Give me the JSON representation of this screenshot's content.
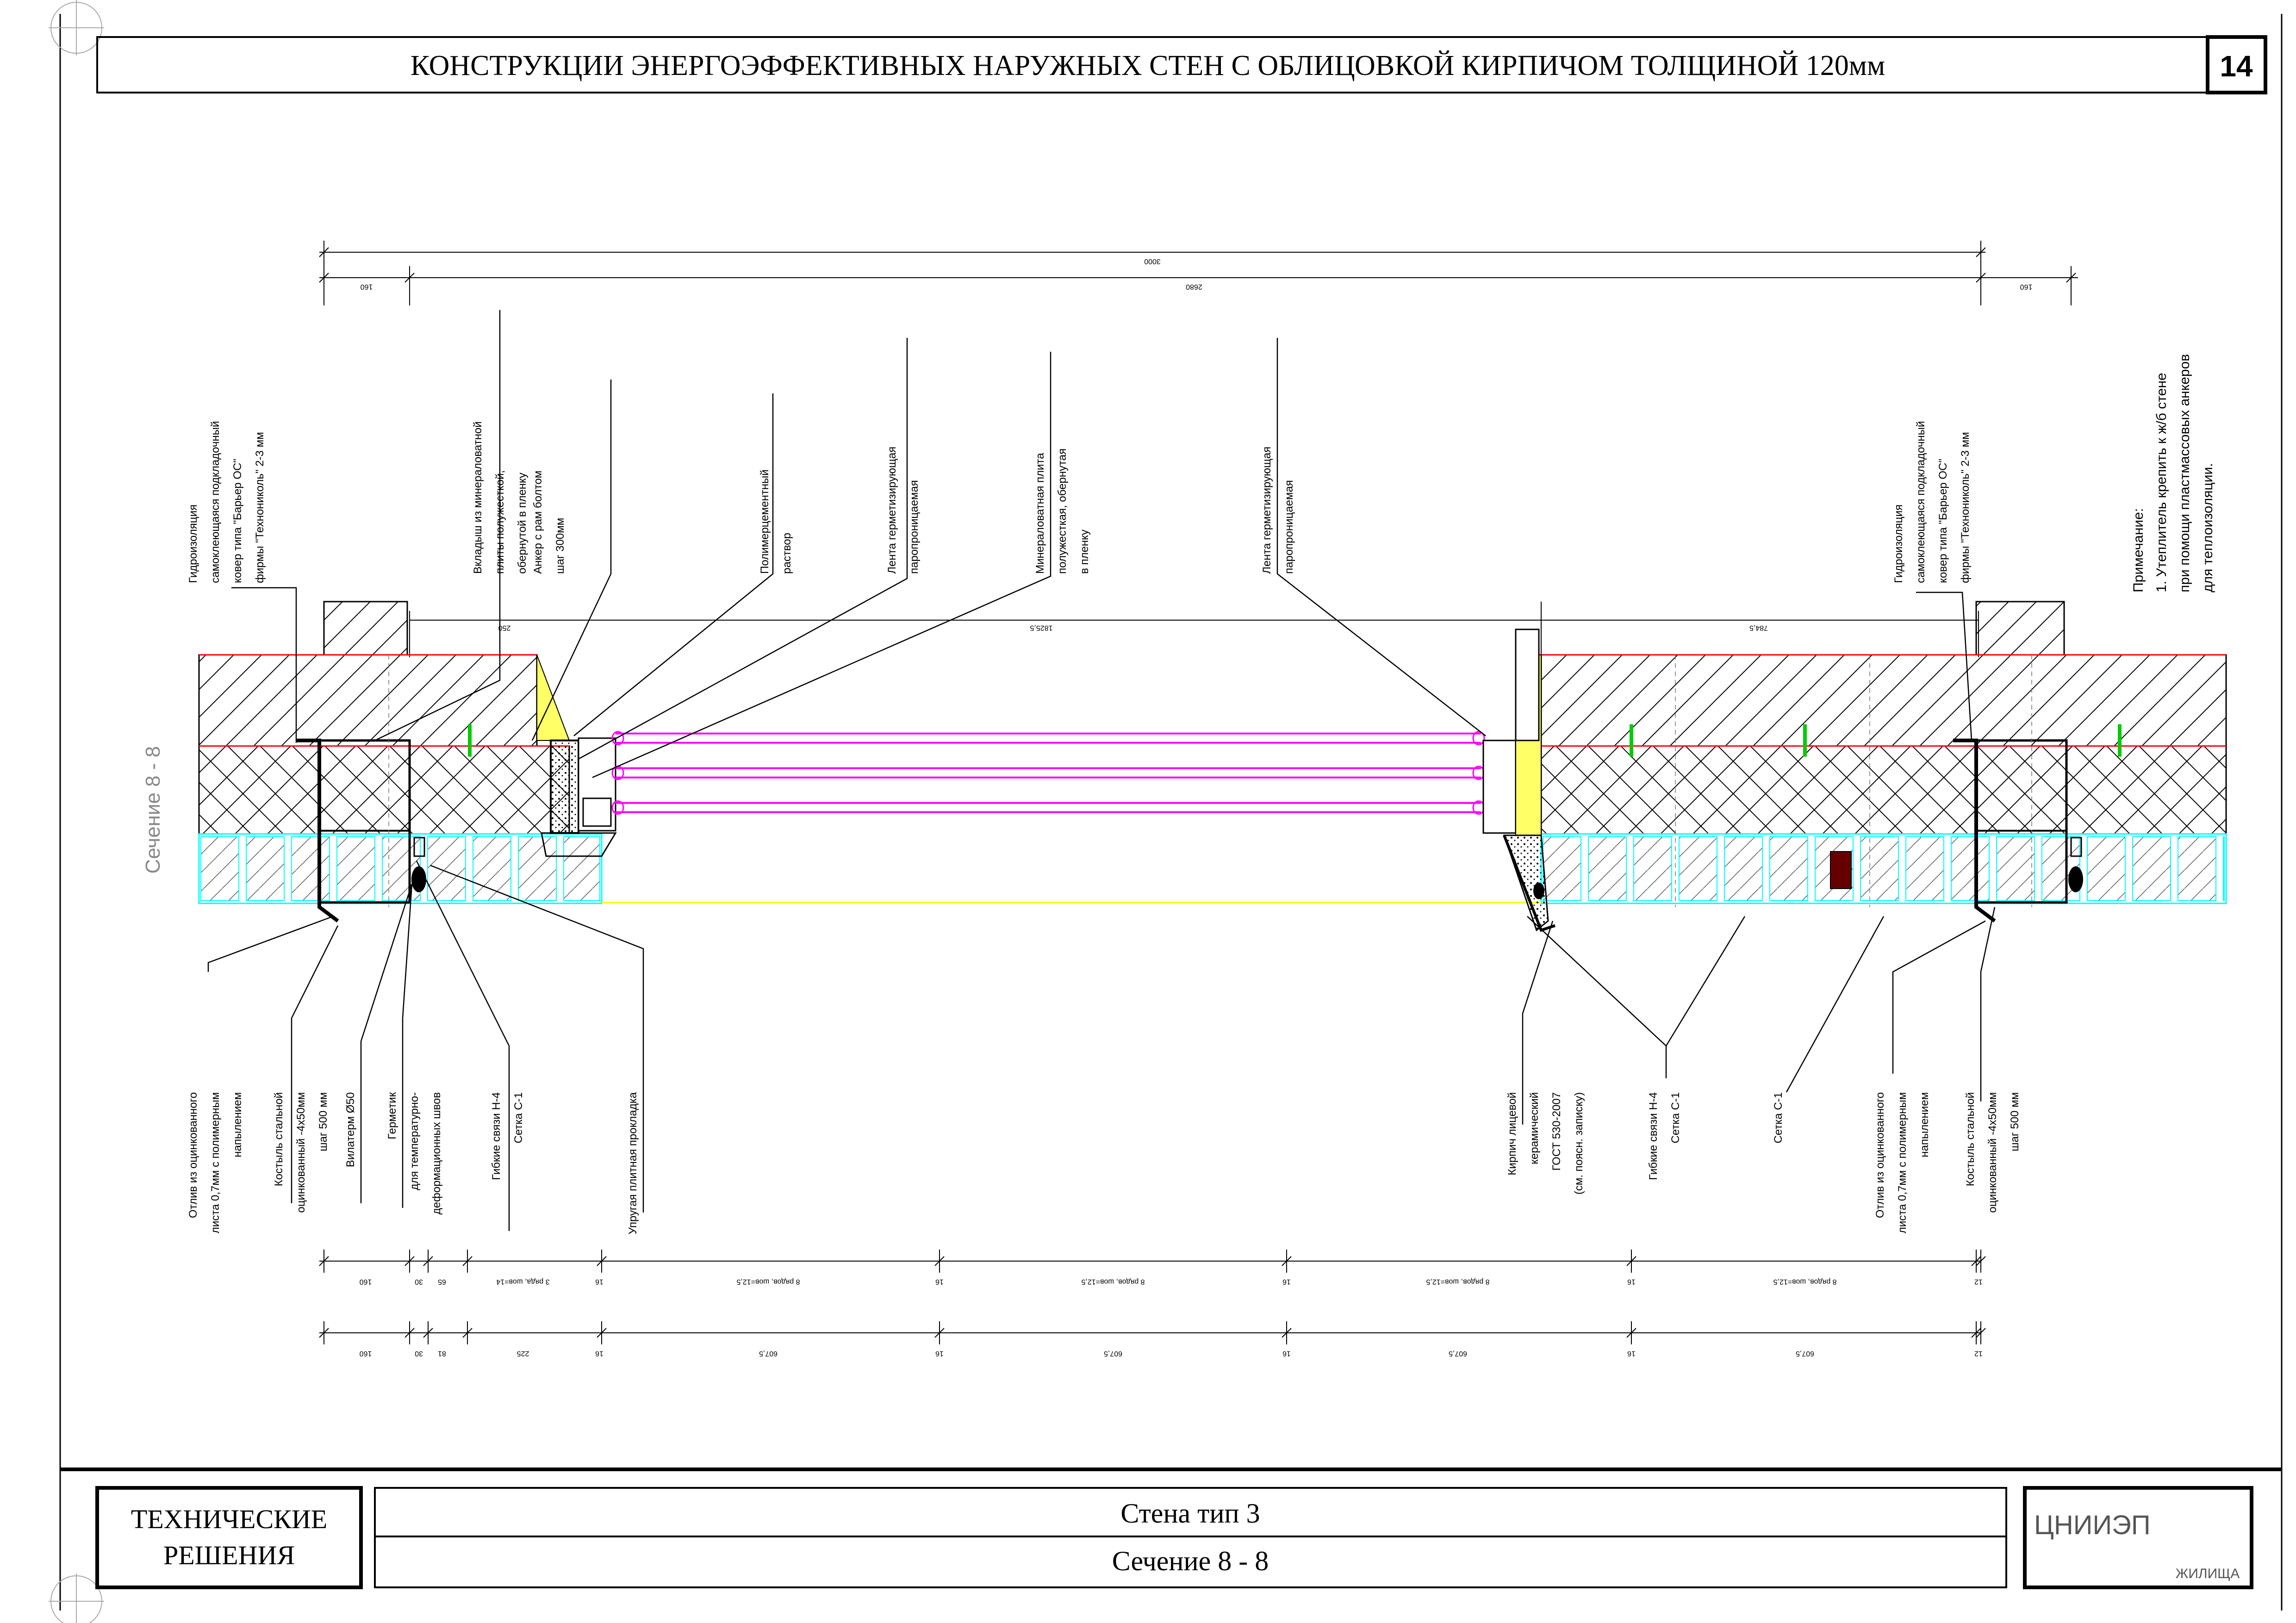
{
  "header": {
    "title": "КОНСТРУКЦИИ ЭНЕРГОЭФФЕКТИВНЫХ НАРУЖНЫХ СТЕН С ОБЛИЦОВКОЙ КИРПИЧОМ ТОЛЩИНОЙ 120мм",
    "page_number": "14"
  },
  "section_label": "Сечение 8 - 8",
  "top_dimensions": {
    "overall": "3000",
    "parts": [
      "160",
      "2680",
      "160"
    ]
  },
  "inner_dimensions": [
    "250",
    "1825,5",
    "784,5"
  ],
  "callouts_top": [
    {
      "lines": [
        "Гидроизоляция",
        "самоклеющаяся подкладочный",
        "ковер типа \"Барьер ОС\"",
        "фирмы \"Технониколь\" 2-3 мм"
      ]
    },
    {
      "lines": [
        "Вкладыш из минераловатной",
        "плиты полужесткой,",
        "обернутой в пленку"
      ]
    },
    {
      "lines": [
        "Анкер с рам болтом",
        "шаг 300мм"
      ]
    },
    {
      "lines": [
        "Полимерцементный",
        "раствор"
      ]
    },
    {
      "lines": [
        "Лента герметизирующая",
        "паропроницаемая"
      ]
    },
    {
      "lines": [
        "Минераловатная плита",
        "полужесткая, обернутая",
        "в пленку"
      ]
    },
    {
      "lines": [
        "Лента герметизирующая",
        "паропроницаемая"
      ]
    },
    {
      "lines": [
        "Гидроизоляция",
        "самоклеющаяся подкладочный",
        "ковер типа \"Барьер ОС\"",
        "фирмы \"Технониколь\" 2-3 мм"
      ]
    }
  ],
  "note": {
    "title": "Примечание:",
    "lines": [
      "1. Утеплитель крепить к ж/б стене",
      "при помощи пластмассовых анкеров",
      "для теплоизоляции."
    ]
  },
  "callouts_bottom": [
    {
      "lines": [
        "Отлив из оцинкованного",
        "листа 0,7мм с полимерным",
        "напылением"
      ]
    },
    {
      "lines": [
        "Костыль стальной",
        "оцинкованный -4х50мм",
        "шаг 500 мм"
      ]
    },
    {
      "lines": [
        "Вилатерм Ø50"
      ]
    },
    {
      "lines": [
        "Герметик",
        "для температурно-",
        "деформационных швов"
      ]
    },
    {
      "lines": [
        "Гибкие связи Н-4",
        "Сетка С-1"
      ]
    },
    {
      "lines": [
        "Упругая плитная прокладка"
      ]
    },
    {
      "lines": [
        "Кирпич лицевой",
        "керамический",
        "ГОСТ 530-2007",
        "(см. поясн. записку)"
      ]
    },
    {
      "lines": [
        "Гибкие связи Н-4",
        "Сетка С-1"
      ]
    },
    {
      "lines": [
        "Сетка С-1"
      ]
    },
    {
      "lines": [
        "Отлив из оцинкованного",
        "листа 0,7мм с полимерным",
        "напылением"
      ]
    },
    {
      "lines": [
        "Костыль стальной",
        "оцинкованный -4х50мм",
        "шаг 500 мм"
      ]
    }
  ],
  "bottom_dimensions_1": [
    "160",
    "30",
    "65",
    "3 ряда, шов=14",
    "16",
    "8 рядов, шов=12,5",
    "16",
    "8 рядов, шов=12,5",
    "16",
    "8 рядов, шов=12,5",
    "16",
    "8 рядов, шов=12,5",
    "12"
  ],
  "bottom_dimensions_2": [
    "160",
    "30",
    "81",
    "225",
    "16",
    "607,5",
    "16",
    "607,5",
    "16",
    "607,5",
    "16",
    "607,5",
    "12"
  ],
  "title_block": {
    "left": [
      "ТЕХНИЧЕСКИЕ",
      "РЕШЕНИЯ"
    ],
    "center_top": "Стена тип 3",
    "center_bottom": "Сечение 8 - 8",
    "org": "ЦНИИЭП",
    "org_sub": "ЖИЛИЩА"
  },
  "colors": {
    "line": "#000000",
    "glazing": "#ff00ff",
    "insulation_face": "#ff0000",
    "brick_outline": "#00ffff",
    "sill_line": "#ffff00",
    "seal_fill": "#ffff66",
    "anchor": "#00cc00",
    "rail_fill": "#660000"
  }
}
